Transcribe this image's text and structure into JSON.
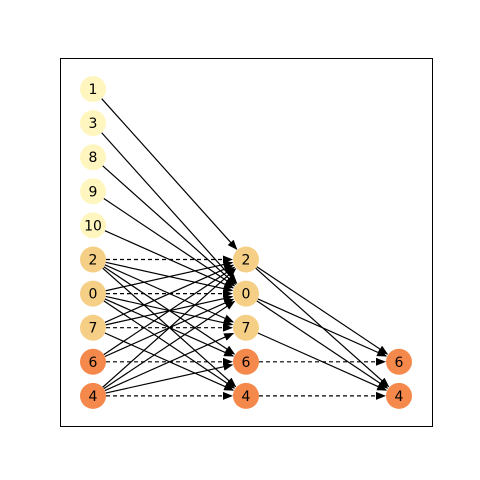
{
  "colors": {
    "level_light": "#fff6bf",
    "level_mid": "#f6cf87",
    "level_dark": "#f5894c",
    "edge": "#000000",
    "frame": "#000000",
    "background": "#ffffff"
  },
  "nodes": [
    {
      "id": "L0-1",
      "label": "1",
      "column": 0,
      "level": "light"
    },
    {
      "id": "L0-3",
      "label": "3",
      "column": 0,
      "level": "light"
    },
    {
      "id": "L0-8",
      "label": "8",
      "column": 0,
      "level": "light"
    },
    {
      "id": "L0-9",
      "label": "9",
      "column": 0,
      "level": "light"
    },
    {
      "id": "L0-10",
      "label": "10",
      "column": 0,
      "level": "light"
    },
    {
      "id": "L0-2",
      "label": "2",
      "column": 0,
      "level": "mid"
    },
    {
      "id": "L0-0",
      "label": "0",
      "column": 0,
      "level": "mid"
    },
    {
      "id": "L0-7",
      "label": "7",
      "column": 0,
      "level": "mid"
    },
    {
      "id": "L0-6",
      "label": "6",
      "column": 0,
      "level": "dark"
    },
    {
      "id": "L0-4",
      "label": "4",
      "column": 0,
      "level": "dark"
    },
    {
      "id": "L1-2",
      "label": "2",
      "column": 1,
      "level": "mid"
    },
    {
      "id": "L1-0",
      "label": "0",
      "column": 1,
      "level": "mid"
    },
    {
      "id": "L1-7",
      "label": "7",
      "column": 1,
      "level": "mid"
    },
    {
      "id": "L1-6",
      "label": "6",
      "column": 1,
      "level": "dark"
    },
    {
      "id": "L1-4",
      "label": "4",
      "column": 1,
      "level": "dark"
    },
    {
      "id": "L2-6",
      "label": "6",
      "column": 2,
      "level": "dark"
    },
    {
      "id": "L2-4",
      "label": "4",
      "column": 2,
      "level": "dark"
    }
  ],
  "edges": [
    {
      "from": "L0-1",
      "to": "L1-2",
      "style": "solid"
    },
    {
      "from": "L0-3",
      "to": "L1-0",
      "style": "solid"
    },
    {
      "from": "L0-8",
      "to": "L1-0",
      "style": "solid"
    },
    {
      "from": "L0-9",
      "to": "L1-0",
      "style": "solid"
    },
    {
      "from": "L0-10",
      "to": "L1-0",
      "style": "solid"
    },
    {
      "from": "L0-2",
      "to": "L1-2",
      "style": "dashed"
    },
    {
      "from": "L0-2",
      "to": "L1-0",
      "style": "solid"
    },
    {
      "from": "L0-2",
      "to": "L1-7",
      "style": "solid"
    },
    {
      "from": "L0-2",
      "to": "L1-6",
      "style": "solid"
    },
    {
      "from": "L0-2",
      "to": "L1-4",
      "style": "solid"
    },
    {
      "from": "L0-0",
      "to": "L1-2",
      "style": "solid"
    },
    {
      "from": "L0-0",
      "to": "L1-0",
      "style": "dashed"
    },
    {
      "from": "L0-0",
      "to": "L1-7",
      "style": "solid"
    },
    {
      "from": "L0-0",
      "to": "L1-6",
      "style": "solid"
    },
    {
      "from": "L0-0",
      "to": "L1-4",
      "style": "solid"
    },
    {
      "from": "L0-7",
      "to": "L1-2",
      "style": "solid"
    },
    {
      "from": "L0-7",
      "to": "L1-0",
      "style": "solid"
    },
    {
      "from": "L0-7",
      "to": "L1-7",
      "style": "dashed"
    },
    {
      "from": "L0-7",
      "to": "L1-4",
      "style": "solid"
    },
    {
      "from": "L0-6",
      "to": "L1-2",
      "style": "solid"
    },
    {
      "from": "L0-6",
      "to": "L1-0",
      "style": "solid"
    },
    {
      "from": "L0-6",
      "to": "L1-6",
      "style": "dashed"
    },
    {
      "from": "L0-4",
      "to": "L1-2",
      "style": "solid"
    },
    {
      "from": "L0-4",
      "to": "L1-0",
      "style": "solid"
    },
    {
      "from": "L0-4",
      "to": "L1-7",
      "style": "solid"
    },
    {
      "from": "L0-4",
      "to": "L1-6",
      "style": "solid"
    },
    {
      "from": "L0-4",
      "to": "L1-4",
      "style": "dashed"
    },
    {
      "from": "L1-2",
      "to": "L2-6",
      "style": "solid"
    },
    {
      "from": "L1-2",
      "to": "L2-4",
      "style": "solid"
    },
    {
      "from": "L1-0",
      "to": "L2-6",
      "style": "solid"
    },
    {
      "from": "L1-0",
      "to": "L2-4",
      "style": "solid"
    },
    {
      "from": "L1-7",
      "to": "L2-4",
      "style": "solid"
    },
    {
      "from": "L1-6",
      "to": "L2-6",
      "style": "dashed"
    },
    {
      "from": "L1-4",
      "to": "L2-4",
      "style": "dashed"
    }
  ]
}
